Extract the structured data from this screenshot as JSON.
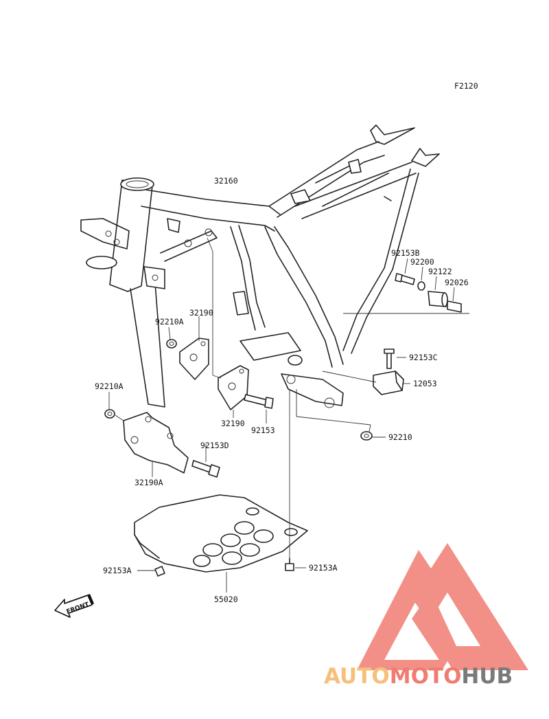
{
  "figure_code": "F2120",
  "labels": {
    "frame": "32160",
    "r92153B": "92153B",
    "r92200": "92200",
    "r92122": "92122",
    "r92026": "92026",
    "r92210A_upper": "92210A",
    "r32190_upper": "32190",
    "r92153C": "92153C",
    "r12053": "12053",
    "r92210A_left": "92210A",
    "r32190_lower": "32190",
    "r92153": "92153",
    "r92210": "92210",
    "r92153D": "92153D",
    "r32190A": "32190A",
    "r92153A_left": "92153A",
    "r92153A_right": "92153A",
    "r55020": "55020"
  },
  "front_arrow": {
    "text": "FRONT",
    "icon": "front-arrow-icon"
  },
  "watermark": {
    "part1": "AUTO",
    "part2": "MOTO",
    "part3": "HUB",
    "colors": {
      "auto": "#f6c07a",
      "moto": "#f07c72",
      "hub": "#7a7a7a",
      "logo": "#f07c72"
    }
  }
}
